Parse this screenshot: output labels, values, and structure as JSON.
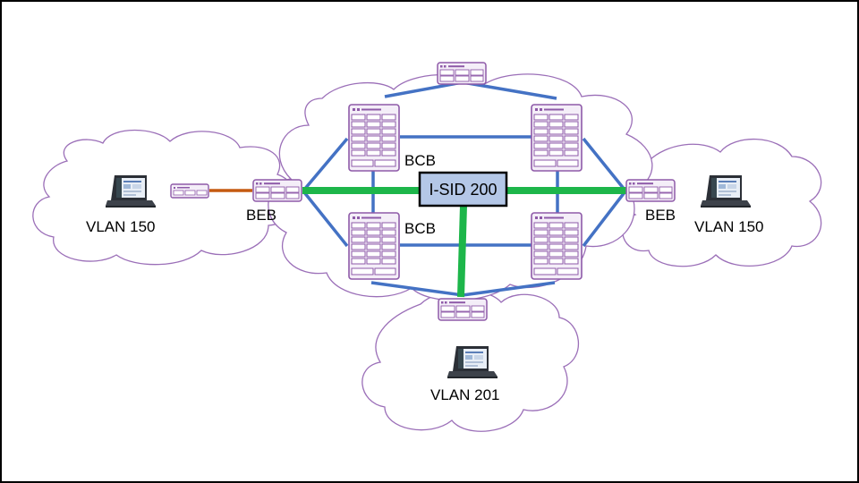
{
  "diagram": {
    "labels": {
      "vlan_left": "VLAN 150",
      "vlan_right": "VLAN 150",
      "vlan_bottom": "VLAN 201",
      "beb_left": "BEB",
      "beb_right": "BEB",
      "bcb_top": "BCB",
      "bcb_bottom": "BCB",
      "service": "I-SID 200"
    },
    "colors": {
      "frame": "#000000",
      "cloud_outline": "#9b6fb8",
      "device_outline": "#8e5aa8",
      "device_fill": "#f4eef8",
      "backbone_link": "#4472c4",
      "service_path": "#1db64a",
      "access_link": "#c55a11",
      "service_box_fill": "#b4c7e7",
      "service_box_border": "#000000"
    }
  }
}
